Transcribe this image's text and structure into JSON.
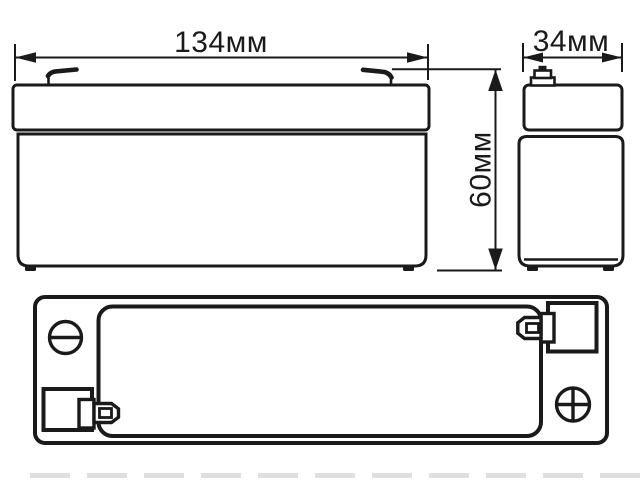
{
  "drawing": {
    "colors": {
      "line": "#1a1a1a",
      "background": "#ffffff",
      "shadow": "#d7d7d7"
    },
    "dimension_labels": {
      "length": "134мм",
      "width": "34мм",
      "height": "60мм"
    },
    "icons": {
      "negative_terminal_icon": "⊖",
      "positive_terminal_icon": "⊕"
    }
  }
}
